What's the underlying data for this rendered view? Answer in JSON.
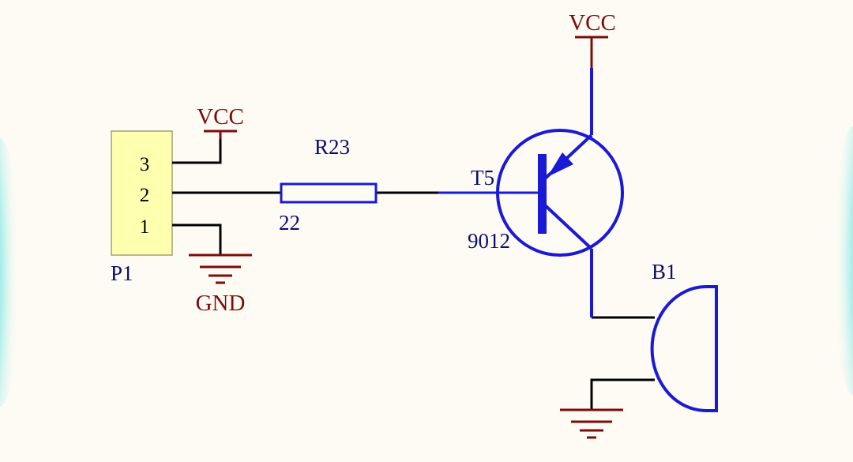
{
  "colors": {
    "background": "#fdfbf4",
    "wire": "#000000",
    "power": "#7a0c0c",
    "component": "#1a1ad6",
    "designator": "#0c0c6e",
    "connector_fill": "#ffffb0",
    "connector_stroke": "#a8a070",
    "edge_glow": "#1ed3cf"
  },
  "connector": {
    "designator": "P1",
    "pins": [
      "3",
      "2",
      "1"
    ]
  },
  "power": {
    "vcc_connector": "VCC",
    "vcc_transistor": "VCC",
    "gnd_connector": "GND"
  },
  "resistor": {
    "designator": "R23",
    "value": "22"
  },
  "transistor": {
    "designator": "T5",
    "part": "9012"
  },
  "buzzer": {
    "designator": "B1"
  }
}
